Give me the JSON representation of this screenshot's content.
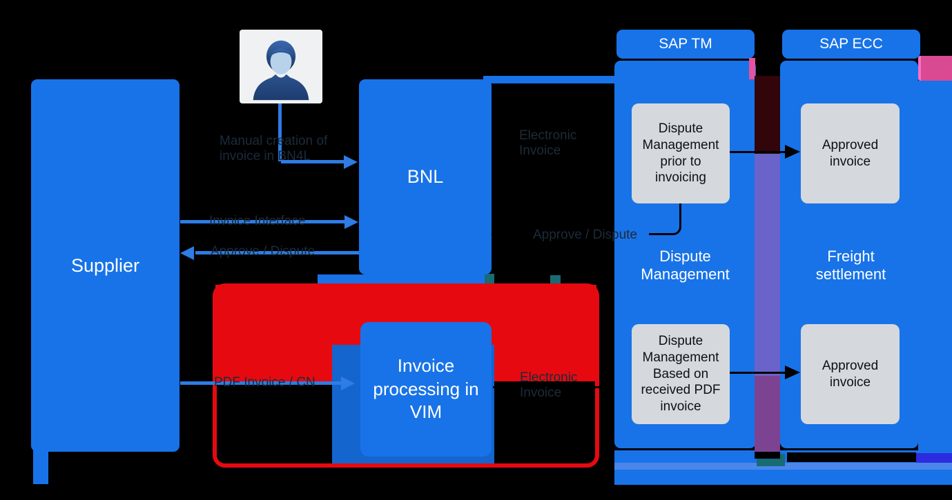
{
  "colors": {
    "background": "#000000",
    "primary_blue": "#1873e8",
    "shadow_blue": "#1565cf",
    "red_zone": "#e60a10",
    "gray_box": "#d5d9de",
    "maroon_band": "#310509",
    "purple_band": "#6a63c9",
    "plum_band": "#7b4391",
    "pink_accent": "#d94a92",
    "teal_accent": "#176b75",
    "indigo_stripe": "#2b2be0",
    "light_blue_stripe": "#4c86ea",
    "edge_text": "#1c2b3a"
  },
  "supplier": {
    "label": "Supplier"
  },
  "person_flow": {
    "label": "Manual creation of invoice in BN4L"
  },
  "bnl": {
    "label": "BNL"
  },
  "vim": {
    "label": "Invoice processing in VIM"
  },
  "edges": {
    "invoice_interface": {
      "label": "Invoice Interface"
    },
    "approve_dispute_supplier": {
      "label": "Approve / Dispute"
    },
    "electronic_invoice_top": {
      "label": "Electronic Invoice"
    },
    "approve_dispute_bnl": {
      "label": "Approve / Dispute"
    },
    "pdf_invoice_cn": {
      "label": "PDF Invoice / CN"
    },
    "electronic_invoice_bottom": {
      "label": "Electronic Invoice"
    }
  },
  "sap_tm": {
    "header": "SAP TM",
    "box_top": "Dispute Management prior to invoicing",
    "label": "Dispute Management",
    "box_bottom": "Dispute Management Based on received PDF invoice"
  },
  "sap_ecc": {
    "header": "SAP ECC",
    "box_top": "Approved invoice",
    "label": "Freight settlement",
    "box_bottom": "Approved invoice"
  }
}
